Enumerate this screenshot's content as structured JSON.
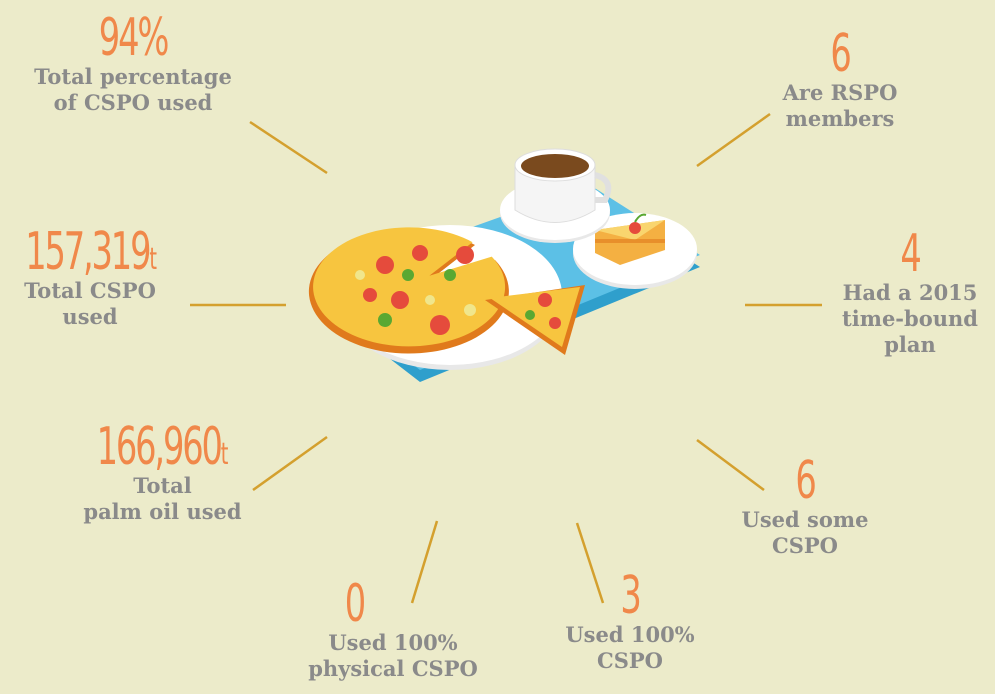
{
  "colors": {
    "background": "#ecebca",
    "number": "#f0884a",
    "label": "#8a8a8a",
    "connector": "#d4a02e",
    "tray": "#5cc0e6"
  },
  "center_image": "tray-with-pizza-coffee-and-cake",
  "stats": [
    {
      "id": "pct_cspo",
      "value": "94%",
      "unit": "",
      "label": "Total percentage\nof CSPO used"
    },
    {
      "id": "total_cspo",
      "value": "157,319",
      "unit": "t",
      "label": "Total CSPO\nused"
    },
    {
      "id": "total_palm",
      "value": "166,960",
      "unit": "t",
      "label": "Total\npalm oil used"
    },
    {
      "id": "physical",
      "value": "0",
      "unit": "",
      "label": "Used 100%\nphysical CSPO"
    },
    {
      "id": "used100",
      "value": "3",
      "unit": "",
      "label": "Used 100%\nCSPO"
    },
    {
      "id": "some",
      "value": "6",
      "unit": "",
      "label": "Used some\nCSPO"
    },
    {
      "id": "plan",
      "value": "4",
      "unit": "",
      "label": "Had a 2015\ntime-bound\nplan"
    },
    {
      "id": "rspo",
      "value": "6",
      "unit": "",
      "label": "Are RSPO\nmembers"
    }
  ]
}
